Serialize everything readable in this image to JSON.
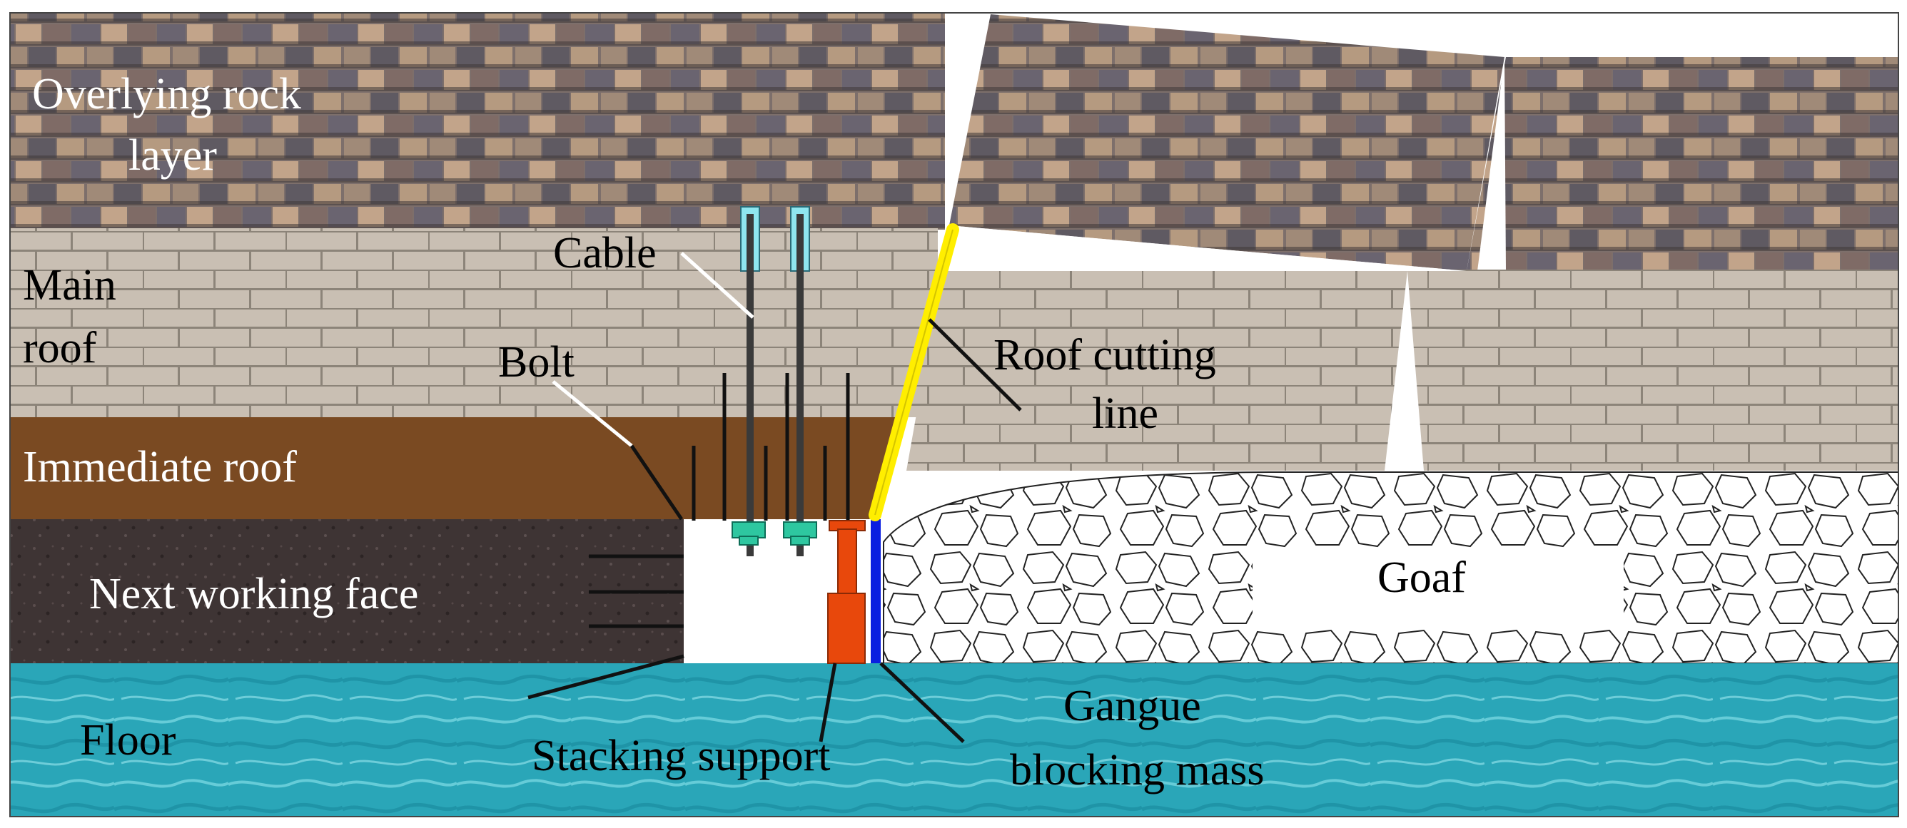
{
  "labels": {
    "overlying_rock_line1": "Overlying rock",
    "overlying_rock_line2": "layer",
    "main_roof_line1": "Main",
    "main_roof_line2": "roof",
    "immediate_roof": "Immediate roof",
    "next_working_face": "Next working face",
    "floor": "Floor",
    "cable": "Cable",
    "bolt": "Bolt",
    "roof_cutting_line1": "Roof cutting",
    "roof_cutting_line2": "line",
    "goaf": "Goaf",
    "stacking_support": "Stacking support",
    "gangue_line1": "Gangue",
    "gangue_line2": "blocking mass"
  },
  "colors": {
    "overlying_rock": "#7d6f6b",
    "main_roof": "#c9bfb3",
    "immediate_roof": "#7a4a22",
    "next_working_face": "#3e3434",
    "floor": "#2aa6b8",
    "goaf": "#ffffff",
    "roof_cutting_line": "#ffee00",
    "stacking_support": "#e8480c",
    "gangue_blocking_mass": "#0a1ee0",
    "cable_anchor": "#8fe6ef",
    "bolt_plate": "#2ec7a0"
  }
}
